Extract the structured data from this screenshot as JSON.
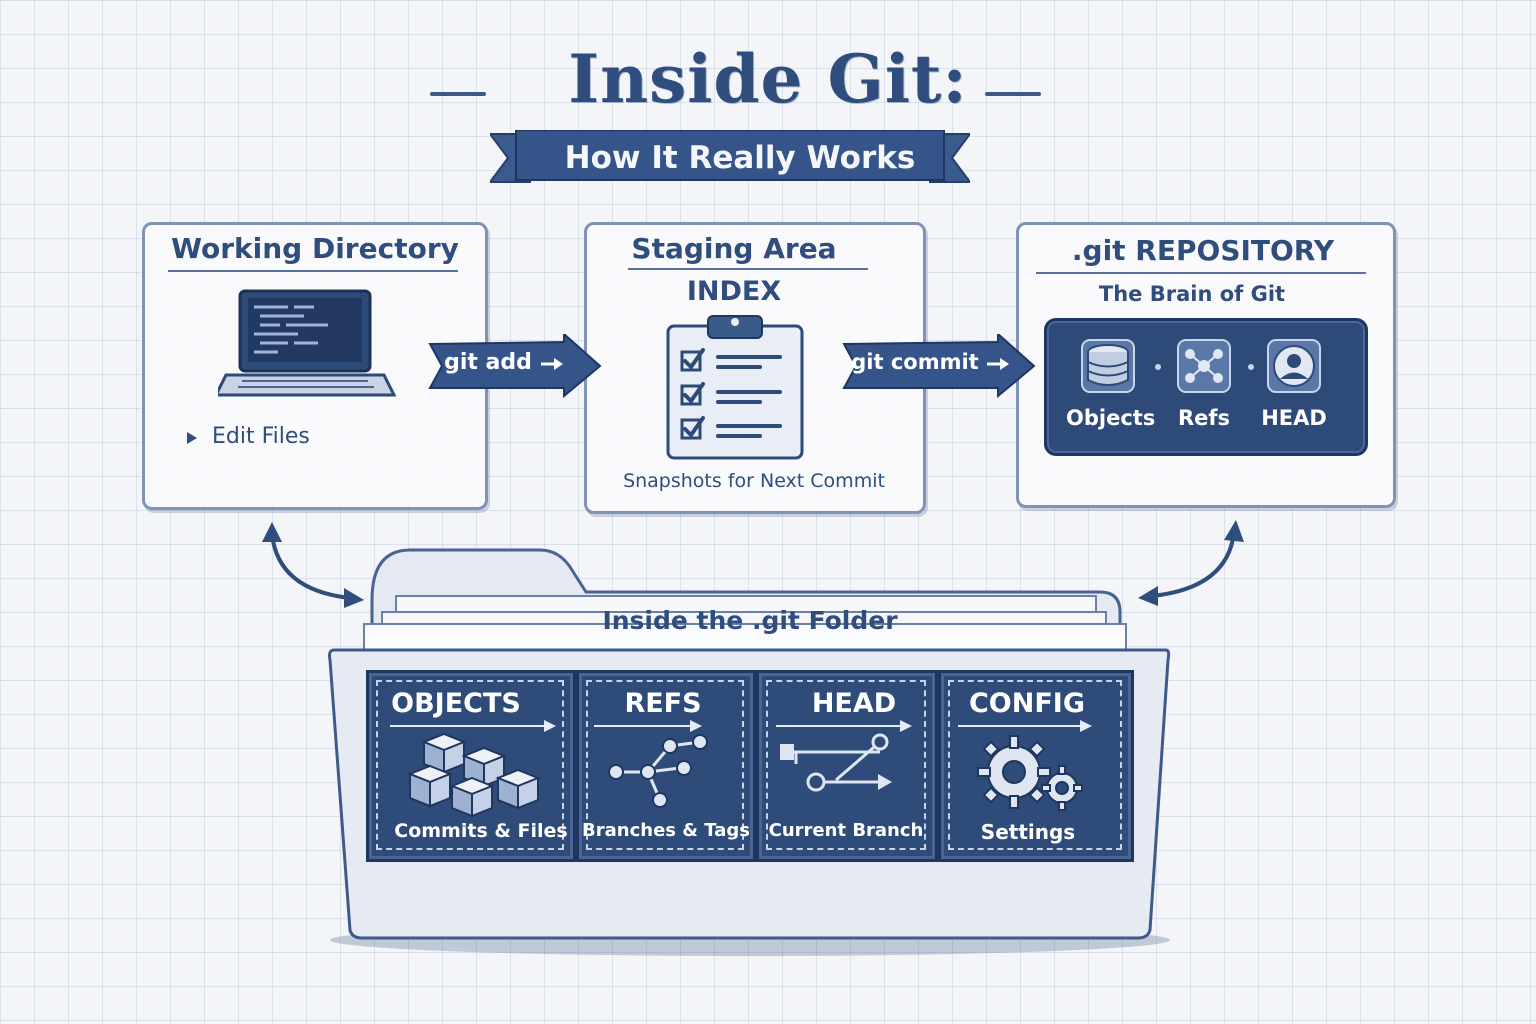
{
  "title": "Inside Git:",
  "subtitle": "How It Really Works",
  "working_directory": {
    "title": "Working Directory",
    "bullet": "Edit Files"
  },
  "staging_area": {
    "title": "Staging Area",
    "subtitle": "INDEX",
    "caption": "Snapshots for Next Commit"
  },
  "repository": {
    "title": ".git REPOSITORY",
    "subtitle": "The Brain of Git",
    "items": [
      {
        "label": "Objects",
        "icon": "database-icon"
      },
      {
        "label": "Refs",
        "icon": "refs-node-icon"
      },
      {
        "label": "HEAD",
        "icon": "head-user-icon"
      }
    ]
  },
  "arrows": {
    "add": "git add",
    "commit": "git commit"
  },
  "folder": {
    "label": "Inside the .git Folder",
    "panels": [
      {
        "title": "OBJECTS",
        "caption": "Commits & Files",
        "icon": "cubes-icon"
      },
      {
        "title": "REFS",
        "caption": "Branches & Tags",
        "icon": "branch-graph-icon"
      },
      {
        "title": "HEAD",
        "caption": "Current Branch",
        "icon": "pointer-icon"
      },
      {
        "title": "CONFIG",
        "caption": "Settings",
        "icon": "gears-icon"
      }
    ]
  },
  "colors": {
    "ink": "#2f4d7d",
    "panel": "#2f4b7a",
    "paper": "#f3f5f8"
  }
}
